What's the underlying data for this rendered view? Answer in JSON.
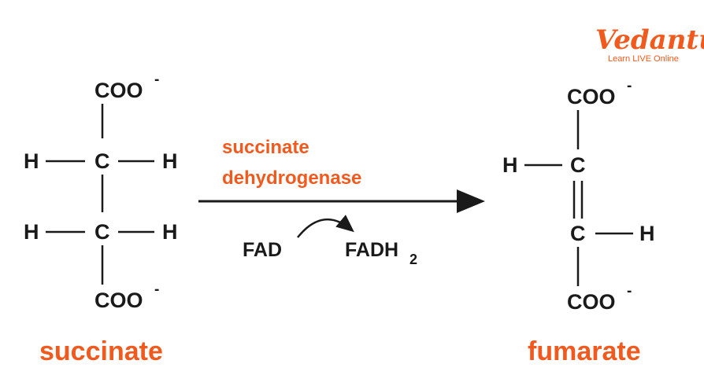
{
  "logo": {
    "brand": "Vedantu",
    "tagline": "Learn LIVE Online",
    "color": "#f05a1e"
  },
  "reaction": {
    "enzyme_line1": "succinate",
    "enzyme_line2": "dehydrogenase",
    "cofactor_in": "FAD",
    "cofactor_out": "FADH",
    "cofactor_out_subscript": "2"
  },
  "succinate": {
    "name": "succinate",
    "top_group": "COO",
    "top_charge": "-",
    "bottom_group": "COO",
    "bottom_charge": "-",
    "c1": "C",
    "c2": "C",
    "h1_left": "H",
    "h1_right": "H",
    "h2_left": "H",
    "h2_right": "H"
  },
  "fumarate": {
    "name": "fumarate",
    "top_group": "COO",
    "top_charge": "-",
    "bottom_group": "COO",
    "bottom_charge": "-",
    "c1": "C",
    "c2": "C",
    "h1_left": "H",
    "h2_right": "H"
  },
  "colors": {
    "accent": "#f05a1e",
    "ink": "#1a1a1a"
  }
}
